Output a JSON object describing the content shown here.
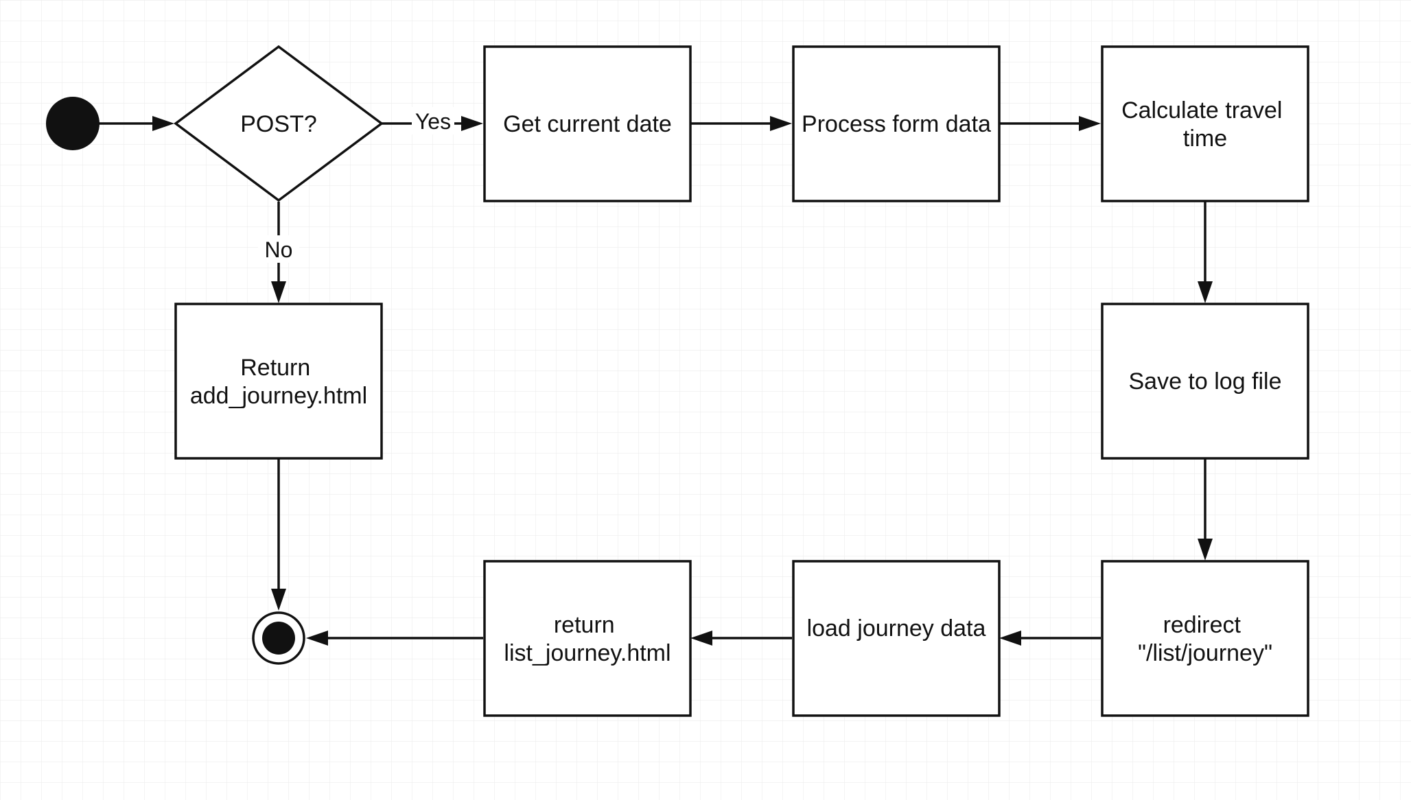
{
  "colors": {
    "background": "#ffffff",
    "grid": "#e6e6e6",
    "stroke": "#111111",
    "text": "#111111"
  },
  "nodes": {
    "start": {
      "kind": "initial"
    },
    "decision": {
      "kind": "decision",
      "label": "POST?"
    },
    "get_date": {
      "kind": "action",
      "lines": [
        "Get current date"
      ]
    },
    "process_form": {
      "kind": "action",
      "lines": [
        "Process form data"
      ]
    },
    "calc_time": {
      "kind": "action",
      "lines": [
        "Calculate travel",
        "time"
      ]
    },
    "return_add": {
      "kind": "action",
      "lines": [
        "Return",
        "add_journey.html"
      ]
    },
    "save_log": {
      "kind": "action",
      "lines": [
        "Save to log file"
      ]
    },
    "redirect": {
      "kind": "action",
      "lines": [
        "redirect",
        "\"/list/journey\""
      ]
    },
    "load_data": {
      "kind": "action",
      "lines": [
        "load journey data"
      ]
    },
    "return_list": {
      "kind": "action",
      "lines": [
        "return",
        "list_journey.html"
      ]
    },
    "end": {
      "kind": "final"
    }
  },
  "edges": [
    {
      "from": "start",
      "to": "decision",
      "label": ""
    },
    {
      "from": "decision",
      "to": "get_date",
      "label": "Yes"
    },
    {
      "from": "get_date",
      "to": "process_form",
      "label": ""
    },
    {
      "from": "process_form",
      "to": "calc_time",
      "label": ""
    },
    {
      "from": "calc_time",
      "to": "save_log",
      "label": ""
    },
    {
      "from": "save_log",
      "to": "redirect",
      "label": ""
    },
    {
      "from": "redirect",
      "to": "load_data",
      "label": ""
    },
    {
      "from": "load_data",
      "to": "return_list",
      "label": ""
    },
    {
      "from": "return_list",
      "to": "end",
      "label": ""
    },
    {
      "from": "decision",
      "to": "return_add",
      "label": "No"
    },
    {
      "from": "return_add",
      "to": "end",
      "label": ""
    }
  ]
}
